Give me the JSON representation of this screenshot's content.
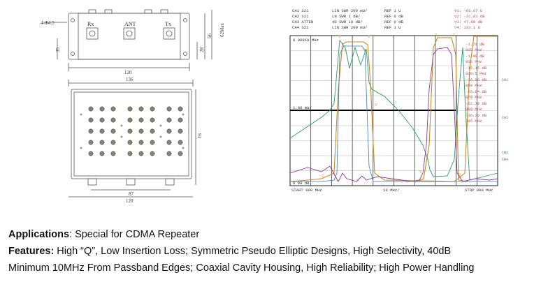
{
  "drawing": {
    "port_labels": [
      "Rx",
      "ANT",
      "Tx"
    ],
    "hole_label": "4-Φ4.5",
    "dims": {
      "top_width": "120",
      "top_height_a": "35",
      "top_height_b": "28",
      "top_height_c": "56",
      "top_height_max": "62Max",
      "bottom_width_outer": "136",
      "bottom_width_base": "120",
      "bottom_spacing": "87",
      "bottom_height": "91"
    }
  },
  "scope": {
    "header": [
      [
        "CH1 S21",
        "LIN  SWR 200 mU/",
        "REF 1 U"
      ],
      [
        "CH2 S11",
        "LN  SWR  1 dB/",
        "REF 0 dB"
      ],
      [
        "CH3 ATTEN",
        "40  SWR 10 dB/",
        "REF 0 dB"
      ],
      [
        "CH4 S22",
        "LIN SWR 200 mU/",
        "REF 1 U"
      ]
    ],
    "top_left_label": "0 00910 MHz",
    "ref_label": "1.00 mU/",
    "bottom_left_label": "0 00 dB",
    "start": "START  800 MHz",
    "center": "10 MHz/",
    "stop": "STOP  900 MHz",
    "markers": [
      "▽1:   -66.67  U",
      "▽2:  -31.01  dB",
      "▽3:   47.68  dB",
      "▽4:   133.1  U",
      "-1.71  dB",
      "825 MHz",
      "-1.40  dB",
      "835 MHz",
      "-15.15 dB",
      "820.5 MHz",
      "-16.90 dB",
      "850 MHz",
      "-25.64 dB",
      "870 MHz",
      "-22.70 dB",
      "880 MHz",
      "-36.29 dB",
      "895 MHz"
    ],
    "side_labels": [
      "CH1",
      "CH2",
      "CH3",
      "CH4"
    ]
  },
  "text": {
    "applications_label": "Applications",
    "applications_value": ": Special for CDMA Repeater",
    "features_label": "Features:",
    "features_value": " High “Q”, Low Insertion Loss; Symmetric Pseudo Elliptic Designs, High Selectivity, 40dB",
    "features_line2": "Minimum 10MHz From Passband Edges; Coaxial Cavity Housing, High Reliability; High Power Handling"
  }
}
